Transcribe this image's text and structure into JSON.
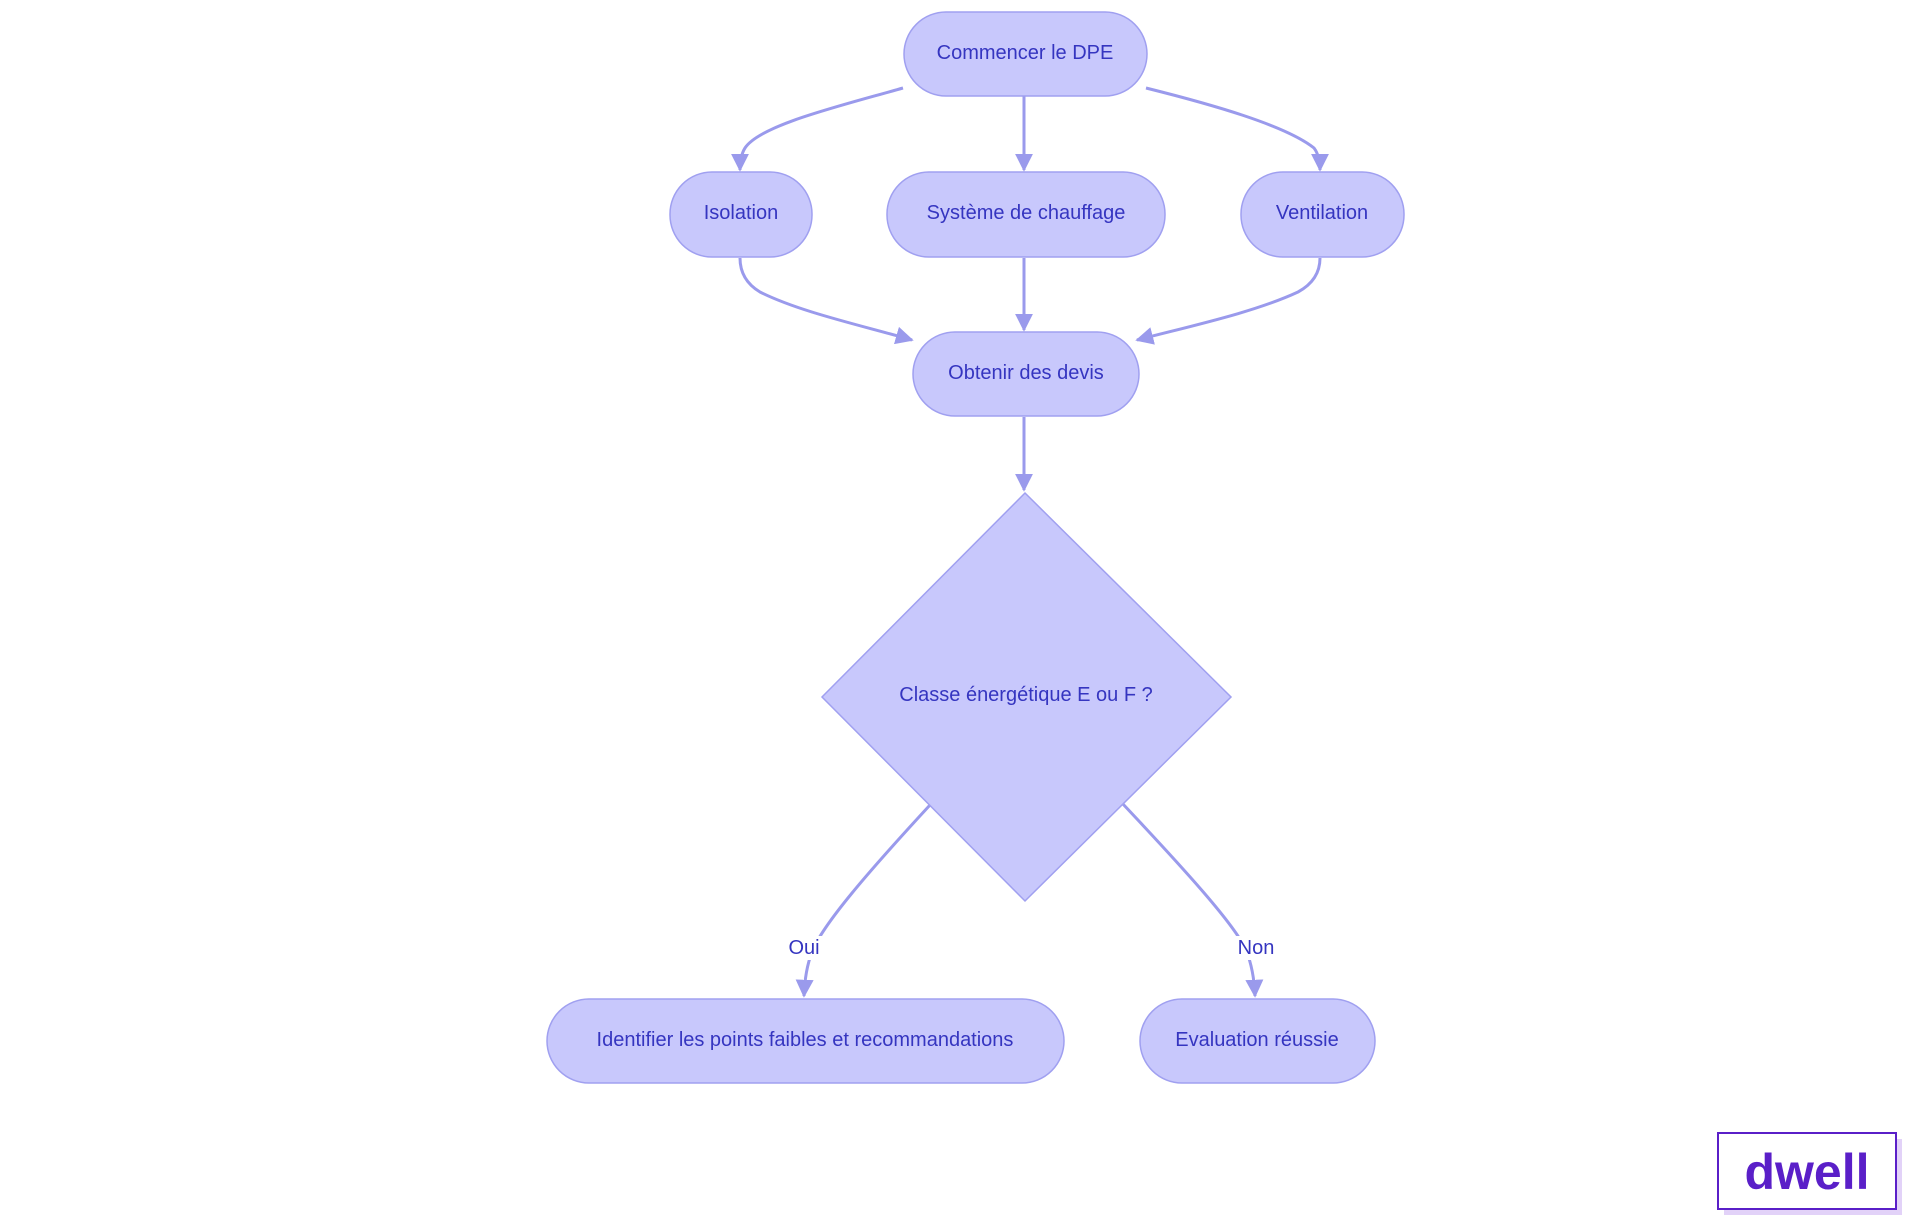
{
  "colors": {
    "node_fill": "#c8c8fc",
    "node_stroke": "#a0a0f0",
    "edge": "#9a9aec",
    "text": "#3535c0",
    "logo": "#5a1fc8",
    "logo_shadow": "#e2d2f8"
  },
  "nodes": {
    "start": "Commencer le DPE",
    "isolation": "Isolation",
    "heating": "Système de chauffage",
    "ventilation": "Ventilation",
    "quotes": "Obtenir des devis",
    "decision": "Classe énergétique E ou F ?",
    "weak_points": "Identifier les points faibles et recommandations",
    "success": "Evaluation réussie"
  },
  "edge_labels": {
    "yes": "Oui",
    "no": "Non"
  },
  "logo": {
    "text": "dwell"
  }
}
